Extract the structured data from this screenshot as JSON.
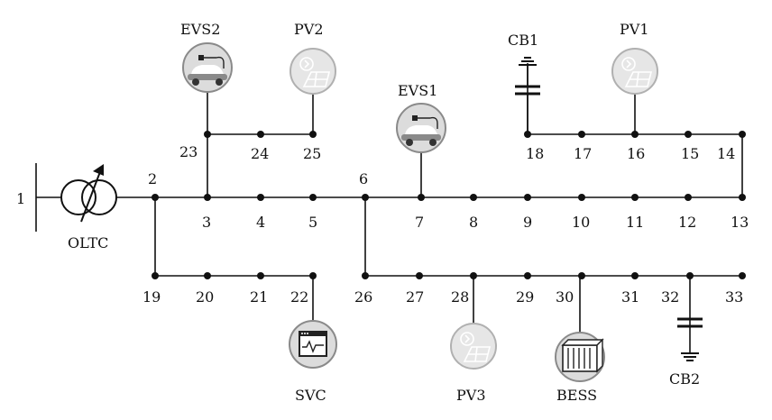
{
  "buses": [
    {
      "id": "1"
    },
    {
      "id": "2"
    },
    {
      "id": "3"
    },
    {
      "id": "4"
    },
    {
      "id": "5"
    },
    {
      "id": "6"
    },
    {
      "id": "7"
    },
    {
      "id": "8"
    },
    {
      "id": "9"
    },
    {
      "id": "10"
    },
    {
      "id": "11"
    },
    {
      "id": "12"
    },
    {
      "id": "13"
    },
    {
      "id": "14"
    },
    {
      "id": "15"
    },
    {
      "id": "16"
    },
    {
      "id": "17"
    },
    {
      "id": "18"
    },
    {
      "id": "19"
    },
    {
      "id": "20"
    },
    {
      "id": "21"
    },
    {
      "id": "22"
    },
    {
      "id": "23"
    },
    {
      "id": "24"
    },
    {
      "id": "25"
    },
    {
      "id": "26"
    },
    {
      "id": "27"
    },
    {
      "id": "28"
    },
    {
      "id": "29"
    },
    {
      "id": "30"
    },
    {
      "id": "31"
    },
    {
      "id": "32"
    },
    {
      "id": "33"
    }
  ],
  "devices": {
    "oltc": "OLTC",
    "evs1": "EVS1",
    "evs2": "EVS2",
    "pv1": "PV1",
    "pv2": "PV2",
    "pv3": "PV3",
    "cb1": "CB1",
    "cb2": "CB2",
    "svc": "SVC",
    "bess": "BESS"
  },
  "icons": {
    "ev": "ev-charging-station-icon",
    "pv": "solar-panel-icon",
    "svc": "svc-monitor-icon",
    "bess": "battery-container-icon",
    "cap": "capacitor-bank-icon",
    "xfmr": "transformer-icon"
  }
}
